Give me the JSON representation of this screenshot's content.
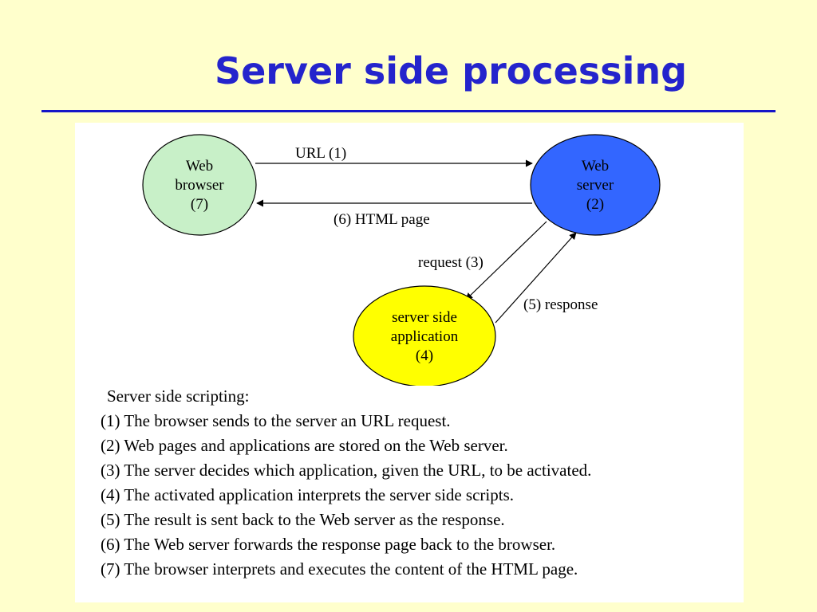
{
  "slide": {
    "title": "Server side processing"
  },
  "nodes": {
    "browser": {
      "lines": [
        "Web",
        "browser",
        "(7)"
      ],
      "fill": "#c8f0c8"
    },
    "server": {
      "lines": [
        "Web",
        "server",
        "(2)"
      ],
      "fill": "#3366ff"
    },
    "application": {
      "lines": [
        "server side",
        "application",
        "(4)"
      ],
      "fill": "#ffff00"
    }
  },
  "edges": {
    "url": "URL (1)",
    "html_page": "(6) HTML page",
    "request": "request (3)",
    "response": "(5) response"
  },
  "notes": {
    "heading": "Server side scripting:",
    "items": [
      "(1) The browser sends to the server an URL request.",
      "(2) Web pages and applications are stored on the Web server.",
      "(3) The server decides which application, given the URL, to be activated.",
      "(4) The activated application interprets the server side scripts.",
      "(5) The result is sent back to the Web server as the response.",
      "(6) The Web server forwards the response page back to the browser.",
      "(7) The browser interprets and executes the content of the HTML page."
    ]
  }
}
